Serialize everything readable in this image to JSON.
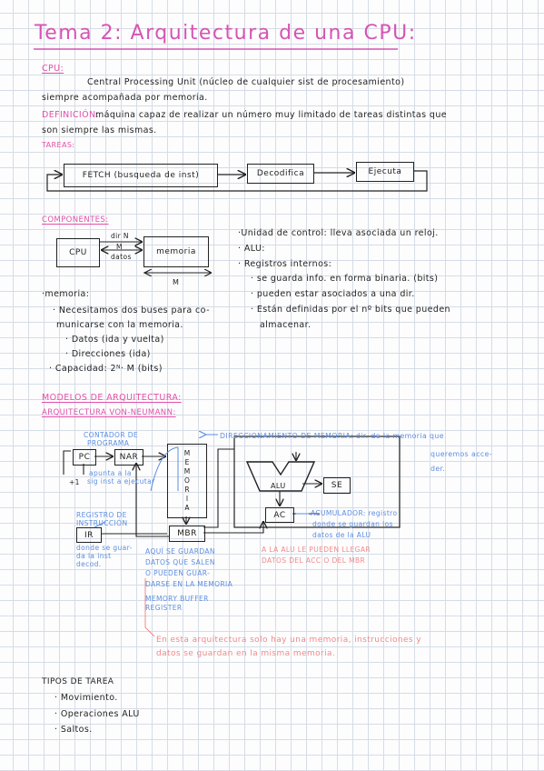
{
  "title": "Tema 2: Arquitectura de una CPU:",
  "cpu_section": {
    "heading": "CPU:",
    "line1": "Central Processing Unit (núcleo de cualquier sist de procesamiento)",
    "line2": "siempre acompañada por memoria.",
    "def_label": "DEFINICIÓN:",
    "def_line1": "máquina capaz de realizar un número muy limitado de tareas distintas que",
    "def_line2": "son siempre las mismas.",
    "tareas_label": "TAREAS:",
    "flow": [
      "FETCH (busqueda de inst)",
      "Decodifica",
      "Ejecuta"
    ]
  },
  "components": {
    "heading": "COMPONENTES:",
    "cpu_box": "CPU",
    "mem_box": "memoria",
    "dir_label": "dir N",
    "datos_label": "datos",
    "datos_m": "M",
    "width_m": "M",
    "memoria_notes": [
      "·memoria:",
      "· Necesitamos dos buses para co-",
      "municarse con la memoria.",
      "· Datos (ida y vuelta)",
      "· Direcciones (ida)",
      "· Capacidad: 2ᴺ· M (bits)"
    ],
    "right_notes": [
      "·Unidad de control: lleva asociada un reloj.",
      "· ALU:",
      "· Registros internos:",
      "· se guarda info. en forma binaria. (bits)",
      "· pueden estar asociados a una dir.",
      "· Están definidas por el nº bits que pueden",
      "almacenar."
    ]
  },
  "models": {
    "heading": "MODELOS DE ARQUITECTURA:",
    "subheading": "ARQUITECTURA VON-NEUMANN:",
    "boxes": {
      "pc": "PC",
      "nar": "NAR",
      "memoria": "MEMORIA",
      "alu": "ALU",
      "se": "SE",
      "ac": "AC",
      "ir": "IR",
      "mbr": "MBR"
    },
    "labels": {
      "contador": [
        "CONTADOR DE",
        "PROGRAMA"
      ],
      "apunta": [
        "apunta a la",
        "sig inst a ejecutar"
      ],
      "plus1": "+1",
      "direccionamiento": "DIRECCIONAMIENTO DE MEMORIA: dir. de la memoria que",
      "queremos": [
        "queremos acce-",
        "der."
      ],
      "acumulador": [
        "ACUMULADOR: registro",
        "donde se guardan los",
        "datos de la ALU"
      ],
      "registro_instr": [
        "REGISTRO DE",
        "INSTRUCCIÓN"
      ],
      "donde_inst": [
        "donde se guar-",
        "da la inst",
        "decod."
      ],
      "aqui_guardan": [
        "AQUÍ SE GUARDAN",
        "DATOS QUE SALEN",
        "O PUEDEN GUAR-",
        "DARSE EN LA MEMORIA"
      ],
      "memory_buffer": [
        "MEMORY BUFFER",
        "REGISTER"
      ],
      "alu_llegar": [
        "A LA ALU LE PUEDEN LLEGAR",
        "DATOS DEL ACC O DEL MBR"
      ],
      "note": [
        "En esta arquitectura solo hay una memoria, instrucciones y",
        "datos se guardan en la misma memoria."
      ]
    }
  },
  "tipos": {
    "heading": "TIPOS DE TAREA",
    "items": [
      "· Movimiento.",
      "· Operaciones ALU",
      "· Saltos."
    ]
  }
}
